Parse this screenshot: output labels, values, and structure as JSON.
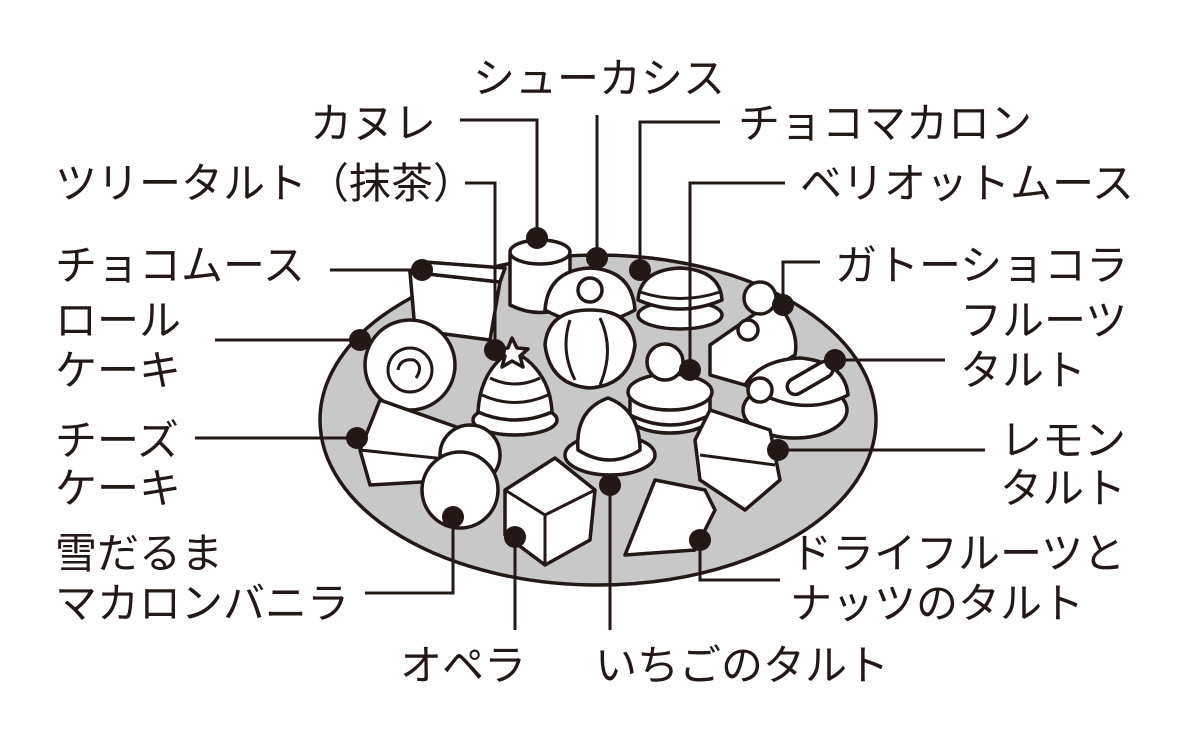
{
  "labels": {
    "choux_cassis": "シューカシス",
    "canele": "カヌレ",
    "choco_macaron": "チョコマカロン",
    "tree_tart": "ツリータルト（抹茶）",
    "berry_mousse": "ベリオットムース",
    "choco_mousse": "チョコムース",
    "gateau_chocolat": "ガトーショコラ",
    "roll_cake": [
      "ロール",
      "ケーキ"
    ],
    "fruit_tart": [
      "フルーツ",
      "タルト"
    ],
    "cheese_cake": [
      "チーズ",
      "ケーキ"
    ],
    "lemon_tart": [
      "レモン",
      "タルト"
    ],
    "snowman_macaron": [
      "雪だるま",
      "マカロンバニラ"
    ],
    "opera": "オペラ",
    "strawberry_tart": "いちごのタルト",
    "dried_fruit_tart": [
      "ドライフルーツと",
      "ナッツのタルト"
    ]
  },
  "colors": {
    "plate": "#c8c8c8",
    "ink": "#231815"
  }
}
